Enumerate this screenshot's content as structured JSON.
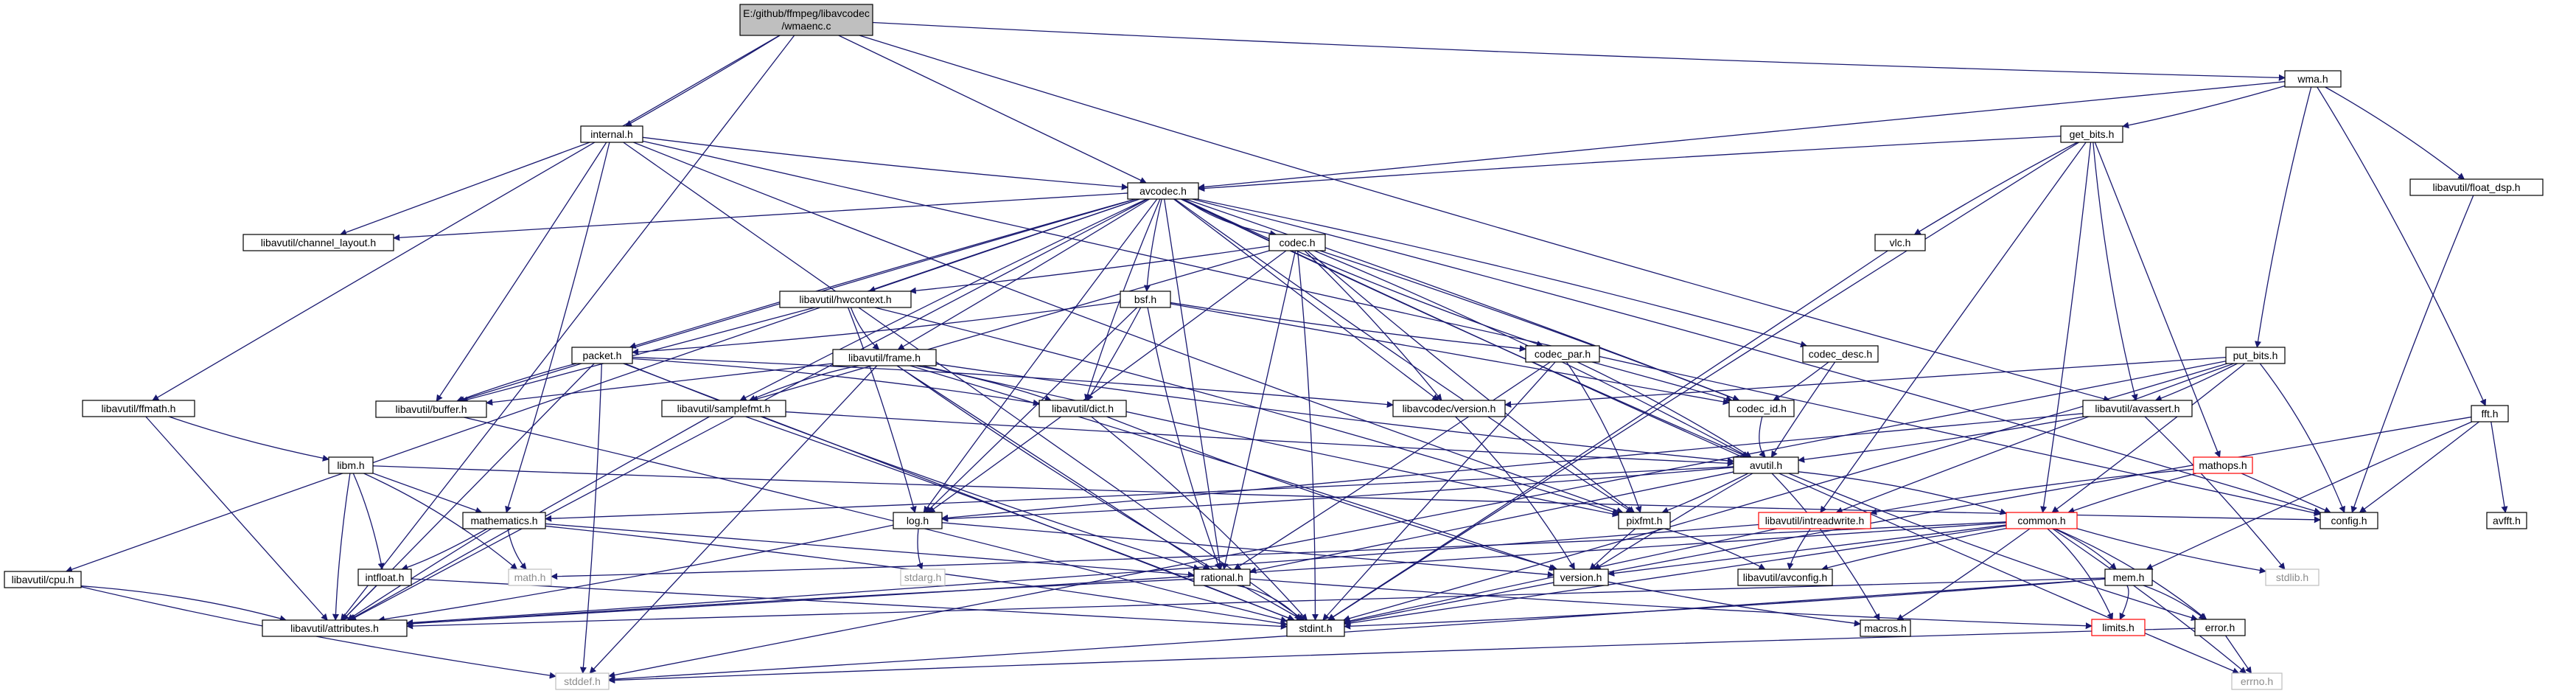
{
  "graph": {
    "root_title": [
      "E:/github/ffmpeg/libavcodec",
      "/wmaenc.c"
    ],
    "nodes": [
      {
        "id": "root",
        "label": "E:/github/ffmpeg/libavcodec/wmaenc.c"
      },
      {
        "id": "wma",
        "label": "wma.h"
      },
      {
        "id": "internal",
        "label": "internal.h"
      },
      {
        "id": "get_bits",
        "label": "get_bits.h"
      },
      {
        "id": "avcodec",
        "label": "avcodec.h"
      },
      {
        "id": "float_dsp",
        "label": "libavutil/float_dsp.h"
      },
      {
        "id": "chlayout",
        "label": "libavutil/channel_layout.h"
      },
      {
        "id": "codec",
        "label": "codec.h"
      },
      {
        "id": "vlc",
        "label": "vlc.h"
      },
      {
        "id": "bsf",
        "label": "bsf.h"
      },
      {
        "id": "hwcontext",
        "label": "libavutil/hwcontext.h"
      },
      {
        "id": "fft",
        "label": "fft.h"
      },
      {
        "id": "put_bits",
        "label": "put_bits.h"
      },
      {
        "id": "packet",
        "label": "packet.h"
      },
      {
        "id": "codec_desc",
        "label": "codec_desc.h"
      },
      {
        "id": "codec_par",
        "label": "codec_par.h"
      },
      {
        "id": "frame",
        "label": "libavutil/frame.h"
      },
      {
        "id": "ffmath",
        "label": "libavutil/ffmath.h"
      },
      {
        "id": "buffer",
        "label": "libavutil/buffer.h"
      },
      {
        "id": "avversion",
        "label": "libavcodec/version.h"
      },
      {
        "id": "codec_id",
        "label": "codec_id.h"
      },
      {
        "id": "samplefmt",
        "label": "libavutil/samplefmt.h"
      },
      {
        "id": "dict",
        "label": "libavutil/dict.h"
      },
      {
        "id": "avassert",
        "label": "libavutil/avassert.h"
      },
      {
        "id": "avutil",
        "label": "avutil.h"
      },
      {
        "id": "libm",
        "label": "libm.h"
      },
      {
        "id": "mathops",
        "label": "mathops.h"
      },
      {
        "id": "avfft",
        "label": "avfft.h"
      },
      {
        "id": "mathematics",
        "label": "mathematics.h"
      },
      {
        "id": "log",
        "label": "log.h"
      },
      {
        "id": "pixfmt",
        "label": "pixfmt.h"
      },
      {
        "id": "intreadwrite",
        "label": "libavutil/intreadwrite.h"
      },
      {
        "id": "common",
        "label": "common.h"
      },
      {
        "id": "config",
        "label": "config.h"
      },
      {
        "id": "cpu",
        "label": "libavutil/cpu.h"
      },
      {
        "id": "intfloat",
        "label": "intfloat.h"
      },
      {
        "id": "math",
        "label": "math.h"
      },
      {
        "id": "rational",
        "label": "rational.h"
      },
      {
        "id": "version",
        "label": "version.h"
      },
      {
        "id": "avconfig",
        "label": "libavutil/avconfig.h"
      },
      {
        "id": "stdlib",
        "label": "stdlib.h"
      },
      {
        "id": "stdarg",
        "label": "stdarg.h"
      },
      {
        "id": "mem",
        "label": "mem.h"
      },
      {
        "id": "attributes",
        "label": "libavutil/attributes.h"
      },
      {
        "id": "stdint",
        "label": "stdint.h"
      },
      {
        "id": "limits",
        "label": "limits.h"
      },
      {
        "id": "macros",
        "label": "macros.h"
      },
      {
        "id": "error",
        "label": "error.h"
      },
      {
        "id": "stddef",
        "label": "stddef.h"
      },
      {
        "id": "errno",
        "label": "errno.h"
      }
    ],
    "edges": [
      [
        "root",
        "wma"
      ],
      [
        "root",
        "internal"
      ],
      [
        "root",
        "avcodec"
      ],
      [
        "root",
        "ffmath"
      ],
      [
        "root",
        "attributes"
      ],
      [
        "root",
        "avassert"
      ],
      [
        "wma",
        "get_bits"
      ],
      [
        "wma",
        "avcodec"
      ],
      [
        "wma",
        "float_dsp"
      ],
      [
        "wma",
        "fft"
      ],
      [
        "wma",
        "put_bits"
      ],
      [
        "internal",
        "avcodec"
      ],
      [
        "internal",
        "chlayout"
      ],
      [
        "internal",
        "buffer"
      ],
      [
        "internal",
        "mathematics"
      ],
      [
        "internal",
        "pixfmt"
      ],
      [
        "internal",
        "config"
      ],
      [
        "internal",
        "stdint"
      ],
      [
        "get_bits",
        "avcodec"
      ],
      [
        "get_bits",
        "vlc"
      ],
      [
        "get_bits",
        "avassert"
      ],
      [
        "get_bits",
        "intreadwrite"
      ],
      [
        "get_bits",
        "mathops"
      ],
      [
        "get_bits",
        "common"
      ],
      [
        "get_bits",
        "stdint"
      ],
      [
        "avcodec",
        "codec"
      ],
      [
        "avcodec",
        "bsf"
      ],
      [
        "avcodec",
        "hwcontext"
      ],
      [
        "avcodec",
        "packet"
      ],
      [
        "avcodec",
        "codec_desc"
      ],
      [
        "avcodec",
        "codec_par"
      ],
      [
        "avcodec",
        "frame"
      ],
      [
        "avcodec",
        "avversion"
      ],
      [
        "avcodec",
        "codec_id"
      ],
      [
        "avcodec",
        "samplefmt"
      ],
      [
        "avcodec",
        "dict"
      ],
      [
        "avcodec",
        "avutil"
      ],
      [
        "avcodec",
        "chlayout"
      ],
      [
        "avcodec",
        "buffer"
      ],
      [
        "avcodec",
        "cpu"
      ],
      [
        "avcodec",
        "log"
      ],
      [
        "avcodec",
        "pixfmt"
      ],
      [
        "avcodec",
        "rational"
      ],
      [
        "avcodec",
        "attributes"
      ],
      [
        "avcodec",
        "config"
      ],
      [
        "avcodec",
        "errno"
      ],
      [
        "codec",
        "hwcontext"
      ],
      [
        "codec",
        "samplefmt"
      ],
      [
        "codec",
        "codec_id"
      ],
      [
        "codec",
        "avutil"
      ],
      [
        "codec",
        "log"
      ],
      [
        "codec",
        "pixfmt"
      ],
      [
        "codec",
        "rational"
      ],
      [
        "codec",
        "avversion"
      ],
      [
        "codec",
        "stdint"
      ],
      [
        "bsf",
        "packet"
      ],
      [
        "bsf",
        "codec_par"
      ],
      [
        "bsf",
        "codec_id"
      ],
      [
        "bsf",
        "dict"
      ],
      [
        "bsf",
        "log"
      ],
      [
        "bsf",
        "rational"
      ],
      [
        "hwcontext",
        "frame"
      ],
      [
        "hwcontext",
        "buffer"
      ],
      [
        "hwcontext",
        "log"
      ],
      [
        "hwcontext",
        "pixfmt"
      ],
      [
        "vlc",
        "stdint"
      ],
      [
        "fft",
        "config"
      ],
      [
        "fft",
        "avfft"
      ],
      [
        "fft",
        "mem"
      ],
      [
        "fft",
        "stdint"
      ],
      [
        "float_dsp",
        "config"
      ],
      [
        "put_bits",
        "avassert"
      ],
      [
        "put_bits",
        "avversion"
      ],
      [
        "put_bits",
        "intreadwrite"
      ],
      [
        "put_bits",
        "config"
      ],
      [
        "put_bits",
        "common"
      ],
      [
        "put_bits",
        "stdint"
      ],
      [
        "put_bits",
        "stddef"
      ],
      [
        "packet",
        "buffer"
      ],
      [
        "packet",
        "dict"
      ],
      [
        "packet",
        "rational"
      ],
      [
        "packet",
        "attributes"
      ],
      [
        "packet",
        "stdint"
      ],
      [
        "packet",
        "stddef"
      ],
      [
        "packet",
        "avversion"
      ],
      [
        "codec_desc",
        "codec_id"
      ],
      [
        "codec_desc",
        "avutil"
      ],
      [
        "codec_par",
        "codec_id"
      ],
      [
        "codec_par",
        "avutil"
      ],
      [
        "codec_par",
        "pixfmt"
      ],
      [
        "codec_par",
        "rational"
      ],
      [
        "codec_par",
        "stdint"
      ],
      [
        "frame",
        "buffer"
      ],
      [
        "frame",
        "dict"
      ],
      [
        "frame",
        "samplefmt"
      ],
      [
        "frame",
        "avutil"
      ],
      [
        "frame",
        "pixfmt"
      ],
      [
        "frame",
        "rational"
      ],
      [
        "frame",
        "version"
      ],
      [
        "frame",
        "stddef"
      ],
      [
        "frame",
        "stdint"
      ],
      [
        "ffmath",
        "libm"
      ],
      [
        "ffmath",
        "attributes"
      ],
      [
        "buffer",
        "stdint"
      ],
      [
        "avversion",
        "version"
      ],
      [
        "codec_id",
        "avutil"
      ],
      [
        "samplefmt",
        "avutil"
      ],
      [
        "samplefmt",
        "attributes"
      ],
      [
        "samplefmt",
        "stdint"
      ],
      [
        "dict",
        "stdint"
      ],
      [
        "dict",
        "version"
      ],
      [
        "avassert",
        "avutil"
      ],
      [
        "avassert",
        "log"
      ],
      [
        "avassert",
        "stdlib"
      ],
      [
        "avutil",
        "common"
      ],
      [
        "avutil",
        "log"
      ],
      [
        "avutil",
        "pixfmt"
      ],
      [
        "avutil",
        "rational"
      ],
      [
        "avutil",
        "version"
      ],
      [
        "avutil",
        "macros"
      ],
      [
        "avutil",
        "error"
      ],
      [
        "avutil",
        "mathematics"
      ],
      [
        "libm",
        "mathematics"
      ],
      [
        "libm",
        "intfloat"
      ],
      [
        "libm",
        "math"
      ],
      [
        "libm",
        "config"
      ],
      [
        "libm",
        "attributes"
      ],
      [
        "mathops",
        "config"
      ],
      [
        "mathops",
        "common"
      ],
      [
        "mathops",
        "intreadwrite"
      ],
      [
        "mathematics",
        "intfloat"
      ],
      [
        "mathematics",
        "math"
      ],
      [
        "mathematics",
        "rational"
      ],
      [
        "mathematics",
        "attributes"
      ],
      [
        "mathematics",
        "stdint"
      ],
      [
        "log",
        "attributes"
      ],
      [
        "log",
        "stdarg"
      ],
      [
        "log",
        "version"
      ],
      [
        "pixfmt",
        "avconfig"
      ],
      [
        "pixfmt",
        "version"
      ],
      [
        "intreadwrite",
        "avconfig"
      ],
      [
        "intreadwrite",
        "attributes"
      ],
      [
        "intreadwrite",
        "stdint"
      ],
      [
        "common",
        "mem"
      ],
      [
        "common",
        "error"
      ],
      [
        "common",
        "macros"
      ],
      [
        "common",
        "attributes"
      ],
      [
        "common",
        "version"
      ],
      [
        "common",
        "avconfig"
      ],
      [
        "common",
        "limits"
      ],
      [
        "common",
        "math"
      ],
      [
        "common",
        "stdlib"
      ],
      [
        "common",
        "stdint"
      ],
      [
        "common",
        "errno"
      ],
      [
        "cpu",
        "attributes"
      ],
      [
        "cpu",
        "stddef"
      ],
      [
        "intfloat",
        "attributes"
      ],
      [
        "intfloat",
        "stdint"
      ],
      [
        "rational",
        "attributes"
      ],
      [
        "rational",
        "stdint"
      ],
      [
        "rational",
        "limits"
      ],
      [
        "version",
        "macros"
      ],
      [
        "mem",
        "attributes"
      ],
      [
        "mem",
        "error"
      ],
      [
        "mem",
        "limits"
      ],
      [
        "mem",
        "stdint"
      ],
      [
        "mem",
        "stddef"
      ],
      [
        "error",
        "errno"
      ],
      [
        "error",
        "stddef"
      ]
    ]
  }
}
